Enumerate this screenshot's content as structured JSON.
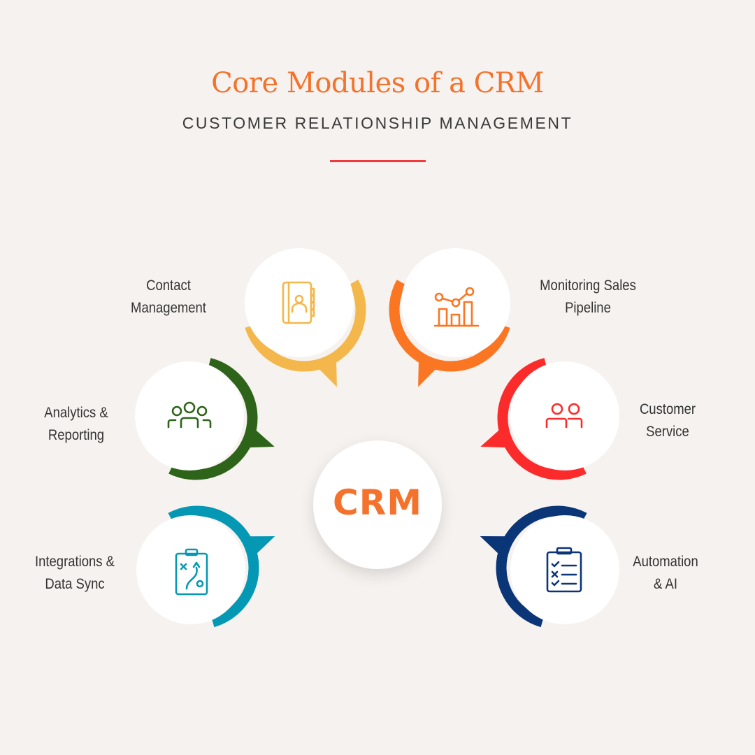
{
  "header": {
    "title": "Core Modules of a CRM",
    "subtitle": "CUSTOMER RELATIONSHIP MANAGEMENT"
  },
  "center": {
    "label": "CRM",
    "color": "#f4722b"
  },
  "modules": [
    {
      "id": "contact",
      "line1": "Contact",
      "line2": "Management",
      "icon": "contact-book-icon",
      "color": "#f4b74b"
    },
    {
      "id": "pipeline",
      "line1": "Monitoring Sales",
      "line2": "Pipeline",
      "icon": "bar-chart-trend-icon",
      "color": "#fb7623"
    },
    {
      "id": "analytics",
      "line1": "Analytics &",
      "line2": "Reporting",
      "icon": "group-people-icon",
      "color": "#2e6419"
    },
    {
      "id": "service",
      "line1": "Customer",
      "line2": "Service",
      "icon": "two-people-icon",
      "color": "#fc2b2b"
    },
    {
      "id": "integrations",
      "line1": "Integrations &",
      "line2": "Data Sync",
      "icon": "strategy-clipboard-icon",
      "color": "#0598b5"
    },
    {
      "id": "automation",
      "line1": "Automation",
      "line2": "& AI",
      "icon": "checklist-clipboard-icon",
      "color": "#0a3577"
    }
  ]
}
